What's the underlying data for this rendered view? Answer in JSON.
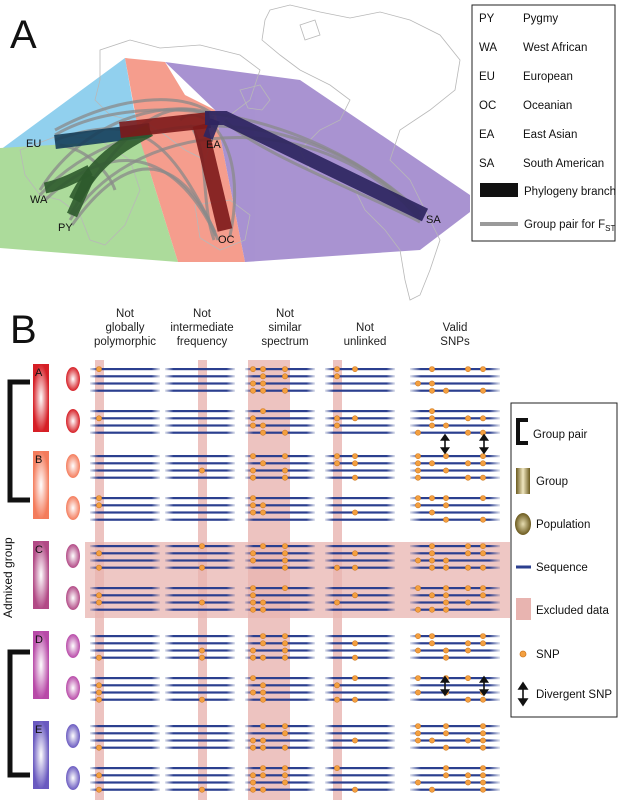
{
  "panelA": {
    "letter": "A",
    "map_labels": {
      "EU": "EU",
      "WA": "WA",
      "PY": "PY",
      "EA": "EA",
      "OC": "OC",
      "SA": "SA"
    },
    "legend": [
      {
        "code": "PY",
        "name": "Pygmy"
      },
      {
        "code": "WA",
        "name": "West African"
      },
      {
        "code": "EU",
        "name": "European"
      },
      {
        "code": "OC",
        "name": "Oceanian"
      },
      {
        "code": "EA",
        "name": "East Asian"
      },
      {
        "code": "SA",
        "name": "South American"
      }
    ],
    "branch_label": "Phylogeny branch",
    "pair_label_main": "Group pair for F",
    "pair_label_sub": "ST",
    "region_colors": {
      "europe": "#7ec8ec",
      "africa": "#9ed58a",
      "oceania": "#f48d7a",
      "asia": "#9a80c9"
    },
    "branch_colors": {
      "eu": "#163f5a",
      "afr": "#2e5a2c",
      "oc": "#7d1a1a",
      "asia": "#2e2560"
    }
  },
  "panelB": {
    "letter": "B",
    "columns": [
      "Not|globally|polymorphic",
      "Not|intermediate|frequency",
      "Not|similar|spectrum",
      "Not|unlinked",
      "Valid|SNPs"
    ],
    "groups": [
      {
        "label": "A",
        "color": "#d61f26",
        "pop_colors": [
          "#d61f26",
          "#d61f26"
        ]
      },
      {
        "label": "B",
        "color": "#f47c5c",
        "pop_colors": [
          "#f47c5c",
          "#f47c5c"
        ]
      },
      {
        "label": "C",
        "color": "#c04a7a",
        "pop_colors": [
          "#d94a56",
          "#c04a7a"
        ]
      },
      {
        "label": "D",
        "color": "#b84aa8",
        "pop_colors": [
          "#b84aa8",
          "#b84aa8"
        ]
      },
      {
        "label": "E",
        "color": "#6a5ac0",
        "pop_colors": [
          "#6a5ac0",
          "#6a5ac0"
        ]
      }
    ],
    "admixed_label": "Admixed group",
    "legend": {
      "group_pair": "Group pair",
      "group": "Group",
      "population": "Population",
      "sequence": "Sequence",
      "excluded": "Excluded data",
      "snp": "SNP",
      "divergent": "Divergent SNP"
    },
    "colors": {
      "sequence": "#2b3f8f",
      "snp": "#f4a040",
      "excluded": "#e8b4b0",
      "group_swatch": "#6b5a1e",
      "population_swatch": "#6b5a1e"
    }
  }
}
